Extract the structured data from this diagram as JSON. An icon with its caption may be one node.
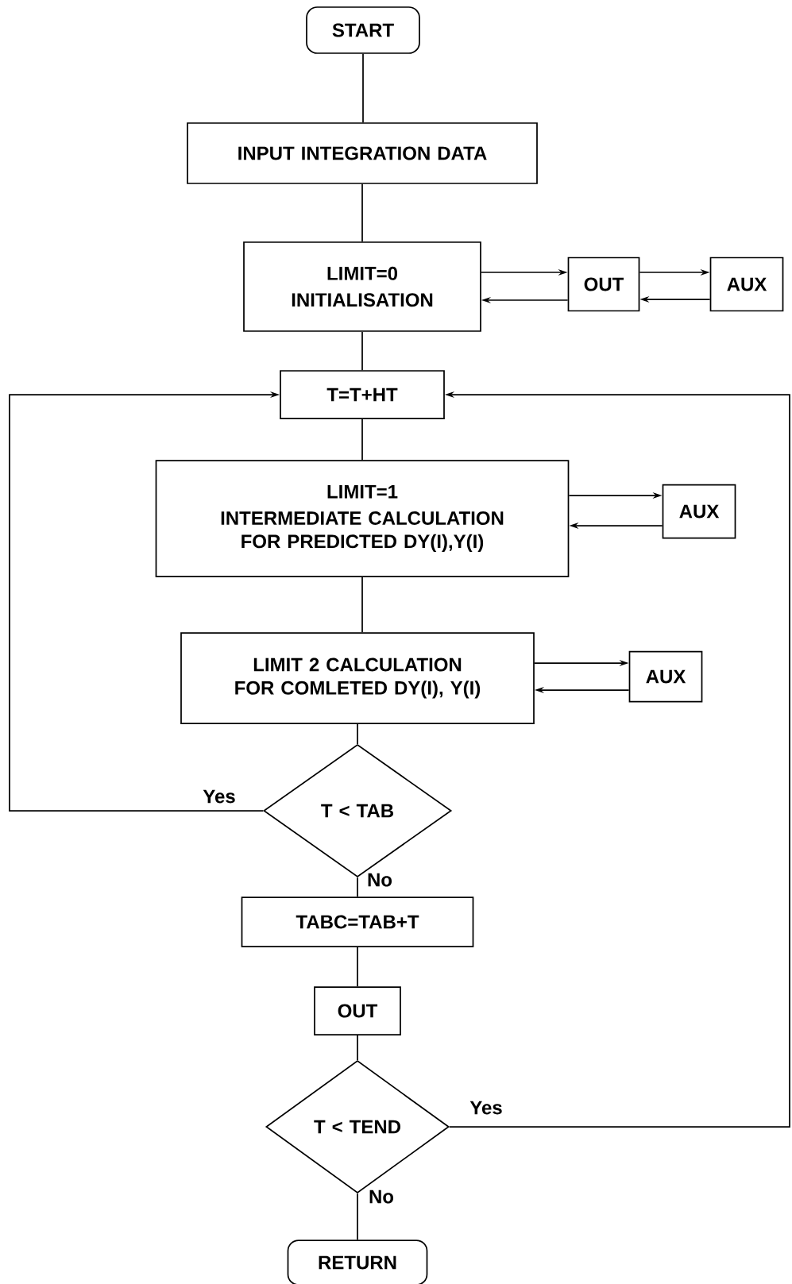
{
  "diagram": {
    "nodes": [
      {
        "text": [
          "START"
        ]
      },
      {
        "text": [
          "INPUT INTEGRATION DATA"
        ]
      },
      {
        "text": [
          "LIMIT=0",
          "INITIALISATION"
        ]
      },
      {
        "text": [
          "OUT"
        ]
      },
      {
        "text": [
          "AUX"
        ]
      },
      {
        "text": [
          "T=T+HT"
        ]
      },
      {
        "text": [
          "LIMIT=1",
          "INTERMEDIATE CALCULATION FOR PREDICTED DY(I),Y(I)"
        ]
      },
      {
        "text": [
          "AUX"
        ]
      },
      {
        "text": [
          "LIMIT 2 CALCULATION FOR COMLETED DY(I), Y(I)"
        ]
      },
      {
        "text": [
          "AUX"
        ]
      },
      {
        "text": [
          "T < TAB"
        ]
      },
      {
        "text": [
          "TABC=TAB+T"
        ]
      },
      {
        "text": [
          "OUT"
        ]
      },
      {
        "text": [
          "T < TEND"
        ]
      },
      {
        "text": [
          "RETURN"
        ]
      }
    ],
    "edges": [
      {
        "from": 0,
        "to": 1,
        "arrow": "none"
      },
      {
        "from": 1,
        "to": 2,
        "arrow": "none"
      },
      {
        "from": 2,
        "to": 5,
        "arrow": "none"
      },
      {
        "from": 2,
        "to": 3,
        "arrow": "to"
      },
      {
        "from": 3,
        "to": 2,
        "arrow": "to"
      },
      {
        "from": 3,
        "to": 4,
        "arrow": "to"
      },
      {
        "from": 4,
        "to": 3,
        "arrow": "to"
      },
      {
        "from": 5,
        "to": 6,
        "arrow": "none"
      },
      {
        "from": 6,
        "to": 7,
        "arrow": "to"
      },
      {
        "from": 7,
        "to": 6,
        "arrow": "to"
      },
      {
        "from": 6,
        "to": 8,
        "arrow": "none"
      },
      {
        "from": 8,
        "to": 9,
        "arrow": "to"
      },
      {
        "from": 9,
        "to": 8,
        "arrow": "to"
      },
      {
        "from": 8,
        "to": 10,
        "arrow": "none"
      },
      {
        "from": 10,
        "to": 5,
        "arrow": "to",
        "label": "Yes"
      },
      {
        "from": 10,
        "to": 11,
        "arrow": "none",
        "label": "No"
      },
      {
        "from": 11,
        "to": 12,
        "arrow": "none"
      },
      {
        "from": 12,
        "to": 13,
        "arrow": "none"
      },
      {
        "from": 13,
        "to": 5,
        "arrow": "to",
        "label": "Yes"
      },
      {
        "from": 13,
        "to": 14,
        "arrow": "none",
        "label": "No"
      }
    ]
  }
}
